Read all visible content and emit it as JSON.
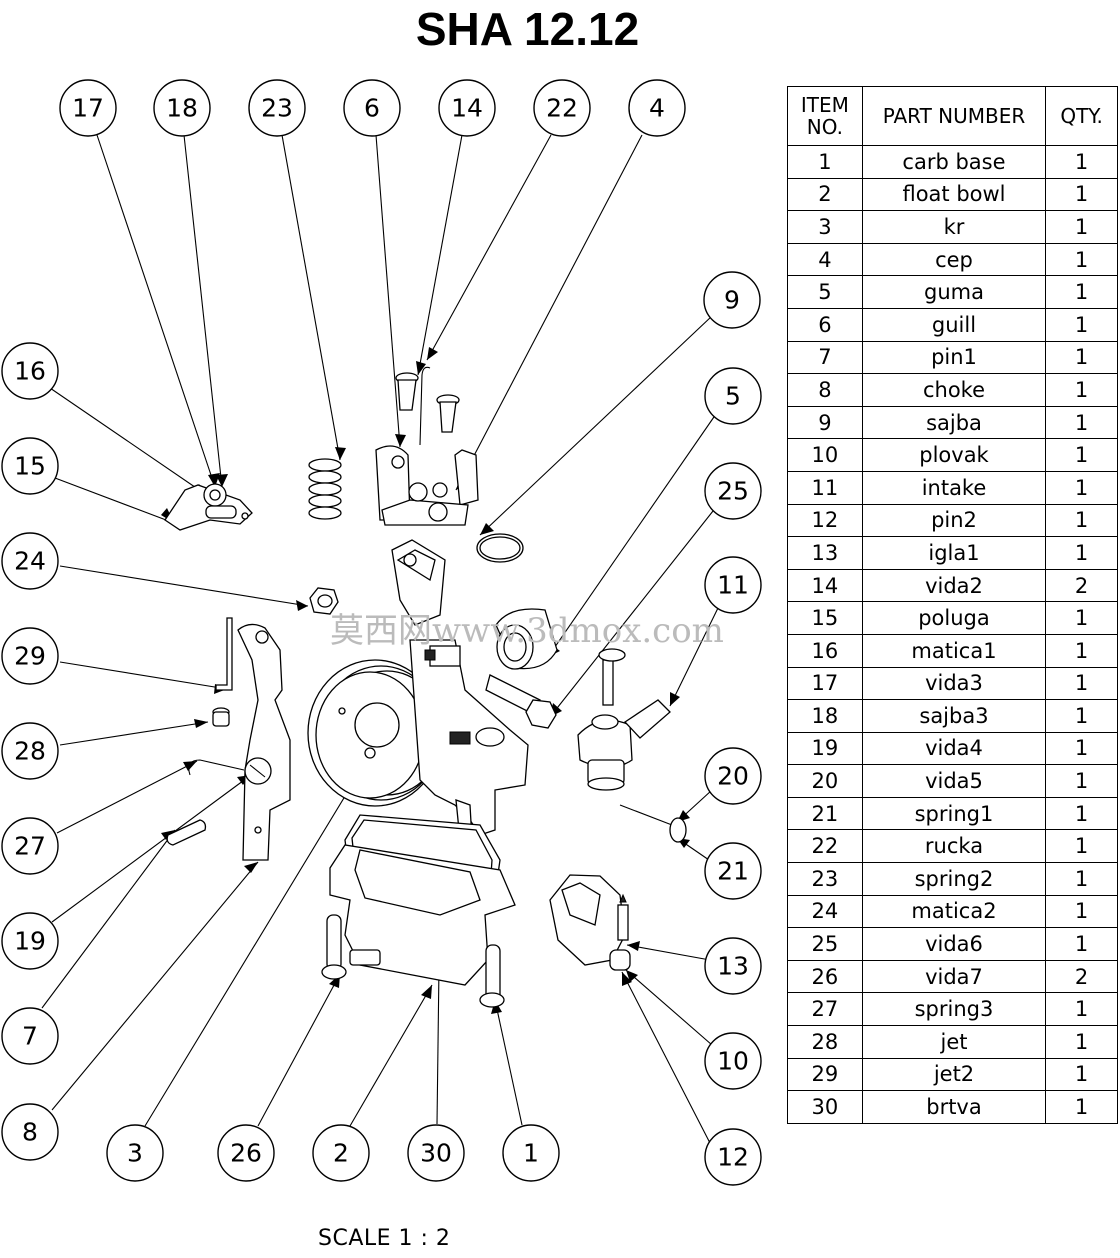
{
  "title": "SHA 12.12",
  "scale_label": "SCALE 1 : 2",
  "watermark": "莫西网www.3dmox.com",
  "bom": {
    "headers": [
      "ITEM NO.",
      "PART NUMBER",
      "QTY."
    ],
    "rows": [
      {
        "item": "1",
        "part": "carb base",
        "qty": "1"
      },
      {
        "item": "2",
        "part": "float bowl",
        "qty": "1"
      },
      {
        "item": "3",
        "part": "kr",
        "qty": "1"
      },
      {
        "item": "4",
        "part": "cep",
        "qty": "1"
      },
      {
        "item": "5",
        "part": "guma",
        "qty": "1"
      },
      {
        "item": "6",
        "part": "guill",
        "qty": "1"
      },
      {
        "item": "7",
        "part": "pin1",
        "qty": "1"
      },
      {
        "item": "8",
        "part": "choke",
        "qty": "1"
      },
      {
        "item": "9",
        "part": "sajba",
        "qty": "1"
      },
      {
        "item": "10",
        "part": "plovak",
        "qty": "1"
      },
      {
        "item": "11",
        "part": "intake",
        "qty": "1"
      },
      {
        "item": "12",
        "part": "pin2",
        "qty": "1"
      },
      {
        "item": "13",
        "part": "igla1",
        "qty": "1"
      },
      {
        "item": "14",
        "part": "vida2",
        "qty": "2"
      },
      {
        "item": "15",
        "part": "poluga",
        "qty": "1"
      },
      {
        "item": "16",
        "part": "matica1",
        "qty": "1"
      },
      {
        "item": "17",
        "part": "vida3",
        "qty": "1"
      },
      {
        "item": "18",
        "part": "sajba3",
        "qty": "1"
      },
      {
        "item": "19",
        "part": "vida4",
        "qty": "1"
      },
      {
        "item": "20",
        "part": "vida5",
        "qty": "1"
      },
      {
        "item": "21",
        "part": "spring1",
        "qty": "1"
      },
      {
        "item": "22",
        "part": "rucka",
        "qty": "1"
      },
      {
        "item": "23",
        "part": "spring2",
        "qty": "1"
      },
      {
        "item": "24",
        "part": "matica2",
        "qty": "1"
      },
      {
        "item": "25",
        "part": "vida6",
        "qty": "1"
      },
      {
        "item": "26",
        "part": "vida7",
        "qty": "2"
      },
      {
        "item": "27",
        "part": "spring3",
        "qty": "1"
      },
      {
        "item": "28",
        "part": "jet",
        "qty": "1"
      },
      {
        "item": "29",
        "part": "jet2",
        "qty": "1"
      },
      {
        "item": "30",
        "part": "brtva",
        "qty": "1"
      }
    ]
  },
  "balloons": [
    "17",
    "18",
    "23",
    "6",
    "14",
    "22",
    "4",
    "9",
    "5",
    "25",
    "11",
    "20",
    "21",
    "13",
    "10",
    "12",
    "16",
    "15",
    "24",
    "29",
    "28",
    "27",
    "19",
    "7",
    "8",
    "3",
    "26",
    "2",
    "30",
    "1"
  ]
}
